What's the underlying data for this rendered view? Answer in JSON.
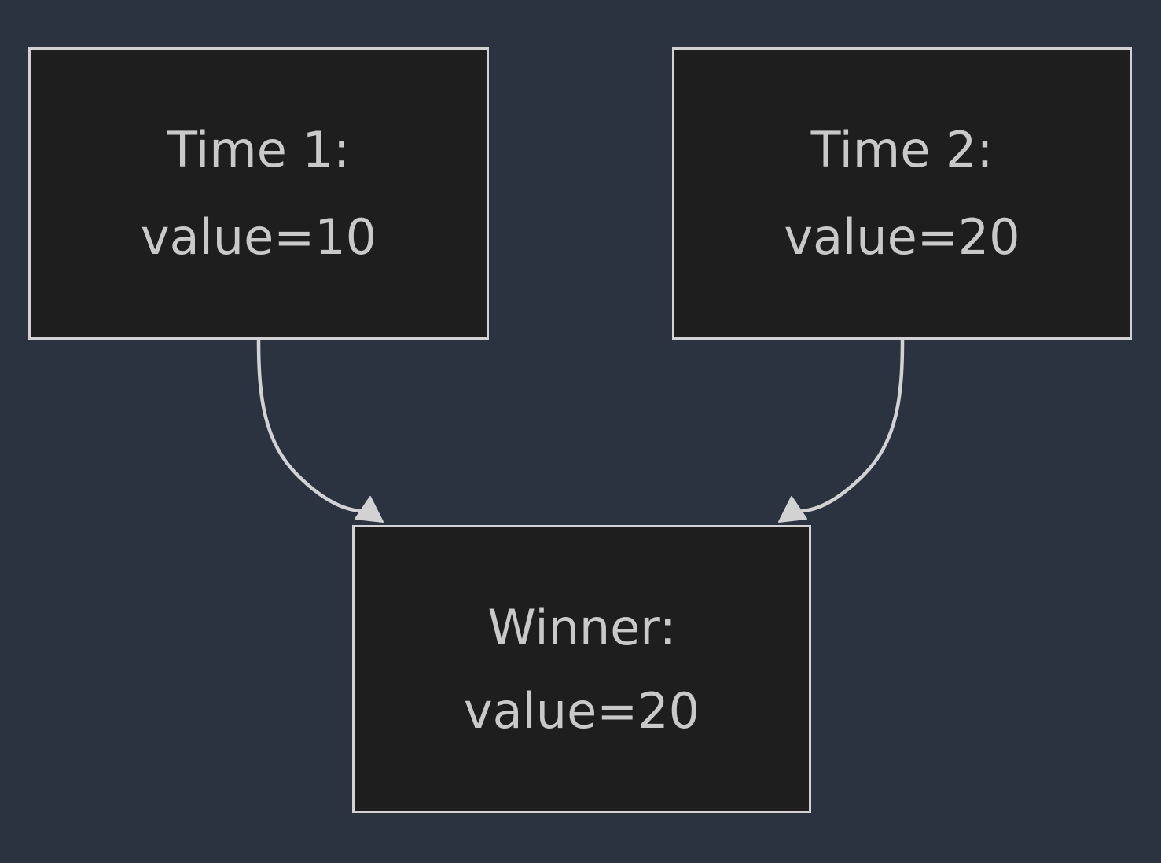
{
  "diagram": {
    "type": "flowchart",
    "direction": "top-to-bottom",
    "background_color": "#2b3240",
    "node_fill_color": "#1e1e1e",
    "node_border_color": "#d2d2d2",
    "text_color": "#c9c9c9",
    "edge_color": "#d2d2d2",
    "nodes": [
      {
        "id": "time1",
        "title": "Time 1:",
        "detail": "value=10",
        "value": 10
      },
      {
        "id": "time2",
        "title": "Time 2:",
        "detail": "value=20",
        "value": 20
      },
      {
        "id": "winner",
        "title": "Winner:",
        "detail": "value=20",
        "value": 20
      }
    ],
    "edges": [
      {
        "from": "time1",
        "to": "winner",
        "arrowhead": "normal"
      },
      {
        "from": "time2",
        "to": "winner",
        "arrowhead": "normal"
      }
    ]
  }
}
